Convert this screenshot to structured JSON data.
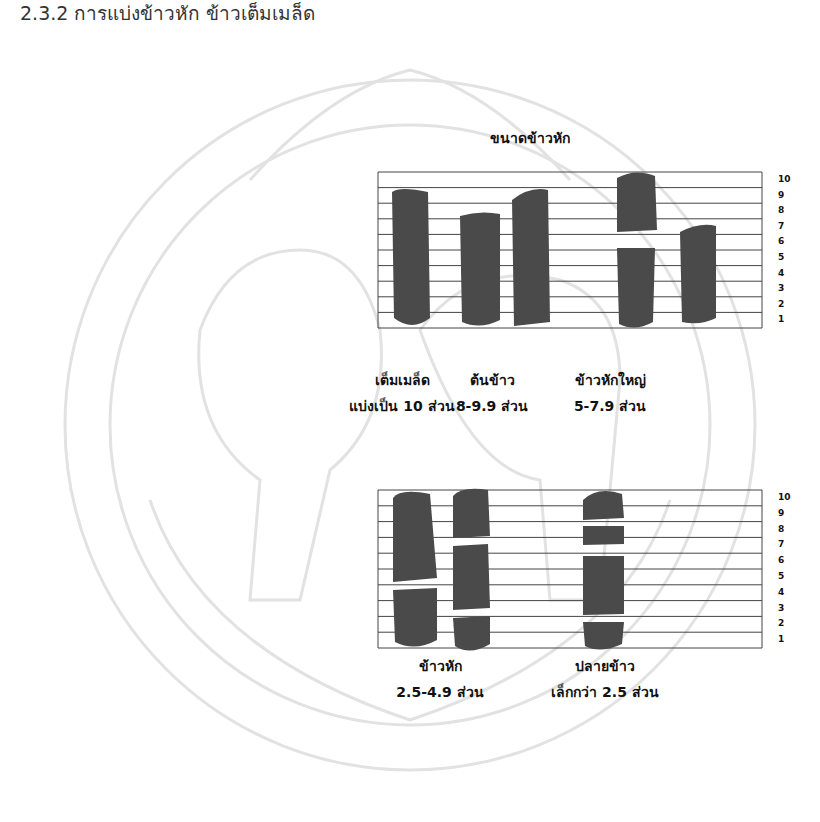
{
  "diagram": {
    "title": "ขนาดข้าวหัก",
    "labels": [
      "2.3.2 การแบ่งข้าวหัก ข้าวเต็มเมล็ด",
      "10",
      "9",
      "8",
      "7",
      "6",
      "5",
      "4",
      "3",
      "2",
      "1",
      "เต็มเมล็ด",
      "ต้นข้าว",
      "ข้าวหักใหญ่",
      "แบ่งเป็น 10 ส่วน",
      "8-9.9 ส่วน",
      "5-7.9 ส่วน",
      "10",
      "9",
      "8",
      "7",
      "6",
      "5",
      "4",
      "3",
      "2",
      "1",
      "ข้าวหัก",
      "ปลายข้าว",
      "2.5-4.9 ส่วน",
      "เล็กกว่า 2.5 ส่วน"
    ]
  }
}
